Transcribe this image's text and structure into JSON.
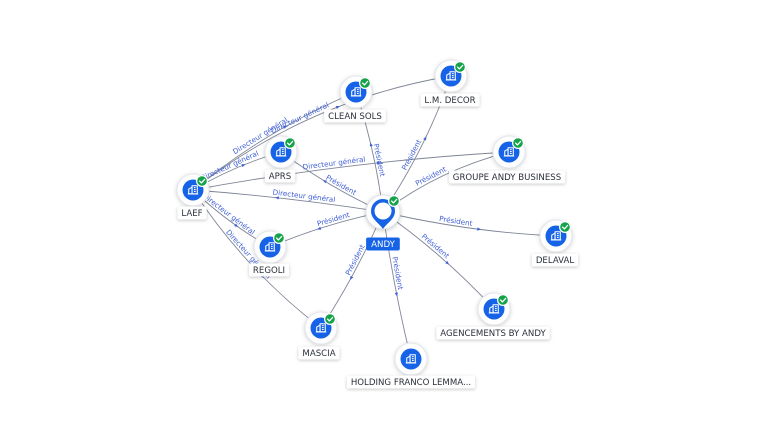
{
  "center": {
    "id": "andy",
    "label": "ANDY"
  },
  "nodes": [
    {
      "id": "clean_sols",
      "label": "CLEAN SOLS",
      "verified": true
    },
    {
      "id": "lm_decor",
      "label": "L.M. DECOR",
      "verified": true
    },
    {
      "id": "aprs",
      "label": "APRS",
      "verified": true
    },
    {
      "id": "groupe_andy",
      "label": "GROUPE ANDY BUSINESS",
      "verified": true
    },
    {
      "id": "laef",
      "label": "LAEF",
      "verified": true
    },
    {
      "id": "delaval",
      "label": "DELAVAL",
      "verified": true
    },
    {
      "id": "regoli",
      "label": "REGOLI",
      "verified": true
    },
    {
      "id": "agencements",
      "label": "AGENCEMENTS BY ANDY",
      "verified": true
    },
    {
      "id": "mascia",
      "label": "MASCIA",
      "verified": true
    },
    {
      "id": "holding",
      "label": "HOLDING FRANCO LEMMA...",
      "verified": false
    }
  ],
  "edges": [
    {
      "from": "andy",
      "to": "clean_sols",
      "label": "Président"
    },
    {
      "from": "andy",
      "to": "lm_decor",
      "label": "Président"
    },
    {
      "from": "andy",
      "to": "aprs",
      "label": "Président"
    },
    {
      "from": "andy",
      "to": "groupe_andy",
      "label": "Président"
    },
    {
      "from": "andy",
      "to": "laef",
      "label": "Directeur général"
    },
    {
      "from": "andy",
      "to": "delaval",
      "label": "Président"
    },
    {
      "from": "andy",
      "to": "regoli",
      "label": "Président"
    },
    {
      "from": "andy",
      "to": "agencements",
      "label": "Président"
    },
    {
      "from": "andy",
      "to": "mascia",
      "label": "Président"
    },
    {
      "from": "andy",
      "to": "holding",
      "label": "Président"
    },
    {
      "from": "laef",
      "to": "clean_sols",
      "label": "Directeur général"
    },
    {
      "from": "laef",
      "to": "aprs",
      "label": "Directeur général"
    },
    {
      "from": "laef",
      "to": "lm_decor",
      "label": "Directeur général"
    },
    {
      "from": "laef",
      "to": "groupe_andy",
      "label": "Directeur général"
    },
    {
      "from": "laef",
      "to": "regoli",
      "label": "Directeur général"
    },
    {
      "from": "laef",
      "to": "mascia",
      "label": "Directeur général"
    }
  ],
  "icons": {
    "node": "company-building-icon",
    "verified": "verified-check-icon",
    "center": "location-pin-icon"
  },
  "colors": {
    "accent": "#1663e8",
    "verified": "#15a34a",
    "edge": "#7f8597",
    "edge_label": "#3f5fd6"
  }
}
